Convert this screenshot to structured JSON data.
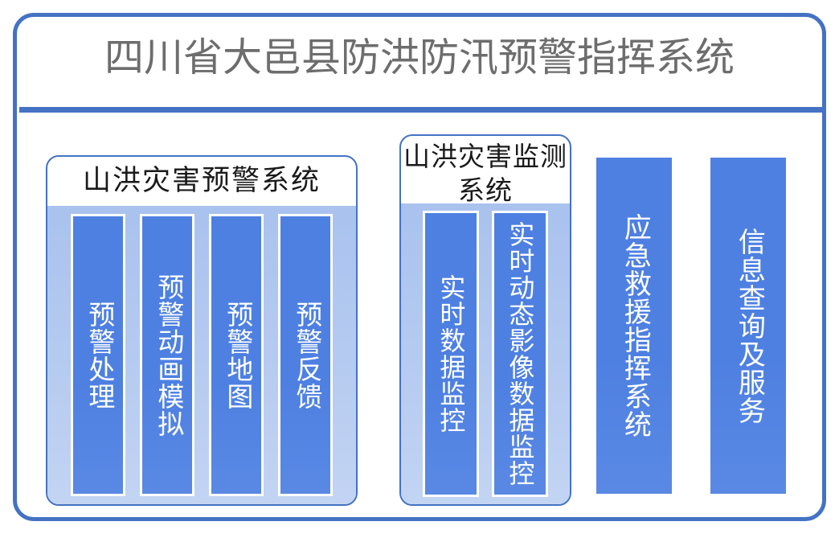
{
  "header": {
    "title": "四川省大邑县防洪防汛预警指挥系统",
    "accent_color": "#4472C4",
    "title_color": "#6d6d6d"
  },
  "panels": {
    "warning": {
      "title": "山洪灾害预警系统",
      "cards": [
        {
          "label": "预警处理"
        },
        {
          "label": "预警动画模拟"
        },
        {
          "label": "预警地图"
        },
        {
          "label": "预警反馈"
        }
      ]
    },
    "monitor": {
      "title": "山洪灾害监测系统",
      "cards": [
        {
          "label": "实时数据监控"
        },
        {
          "label": "实时动态影像数据监控"
        }
      ]
    },
    "emergency": {
      "label": "应急救援指挥系统"
    },
    "info": {
      "label": "信息查询及服务"
    }
  },
  "colors": {
    "frame_border": "#4472C4",
    "panel_body_fill": "#a9c2ee",
    "card_fill": "#4e80e2",
    "card_border": "#ffffff"
  }
}
